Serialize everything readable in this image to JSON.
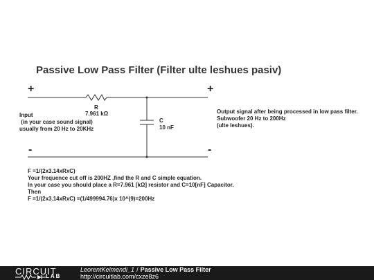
{
  "title": "Passive Low Pass Filter (Filter ulte leshues pasiv)",
  "terminals": {
    "plus": "+",
    "minus": "-"
  },
  "resistor": {
    "name": "R",
    "value": "7.961 kΩ"
  },
  "capacitor": {
    "name": "C",
    "value": "10 nF"
  },
  "input_label": [
    "Input",
    " (in your case sound signal)",
    "usually from 20 Hz to 20KHz"
  ],
  "output_label": [
    "Output signal after being processed in low pass filter.",
    "Subwoofer 20 Hz to 200Hz",
    "(ulte leshues)."
  ],
  "equations": [
    "F =1/(2x3.14xRxC)",
    "Your frequence cut off is 200HZ ,find the R and C simple equation.",
    "In your case you should place a R=7.961 [kΩ] resistor and C=10[nF] Capacitor.",
    "Then",
    "F =1/(2x3.14xRxC) =(1/499994.76)x 10^(9)=200Hz"
  ],
  "footer": {
    "logo_top": "CIRCUIT",
    "logo_bottom": "LAB",
    "author": "LeorentKelmendi_1",
    "separator": "/",
    "project_title": "Passive Low Pass Filter",
    "url": "http://circuitlab.com/cxze8z6"
  }
}
